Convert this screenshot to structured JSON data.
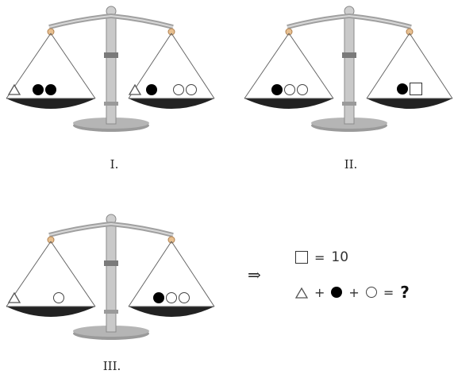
{
  "scales": [
    {
      "caption": "I.",
      "left_pan": [
        "disc",
        "disc",
        "triangle"
      ],
      "right_pan": [
        "disc",
        "triangle",
        "ring",
        "ring"
      ]
    },
    {
      "caption": "II.",
      "left_pan": [
        "disc",
        "ring",
        "ring"
      ],
      "right_pan": [
        "disc",
        "square"
      ]
    },
    {
      "caption": "III.",
      "left_pan": [
        "triangle",
        "ring"
      ],
      "right_pan": [
        "disc",
        "ring",
        "ring"
      ]
    }
  ],
  "implication": "⇒",
  "given": {
    "symbol": "square",
    "eq": "=",
    "value": "10"
  },
  "question": {
    "terms": [
      "triangle",
      "disc",
      "ring"
    ],
    "plus": "+",
    "eq": "=",
    "unknown": "?"
  }
}
